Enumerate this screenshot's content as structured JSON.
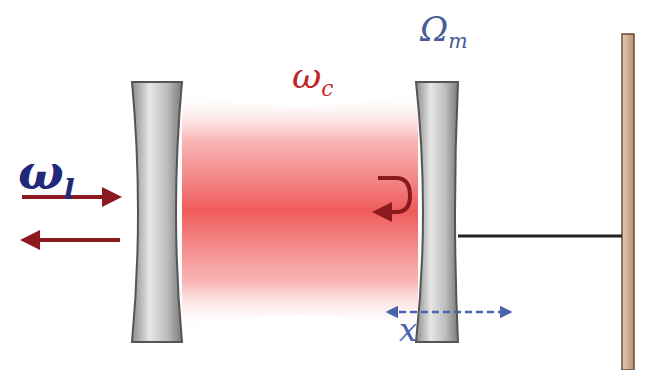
{
  "diagram": {
    "labels": [
      "ωl",
      "ωc",
      "Ωm",
      "x"
    ]
  }
}
